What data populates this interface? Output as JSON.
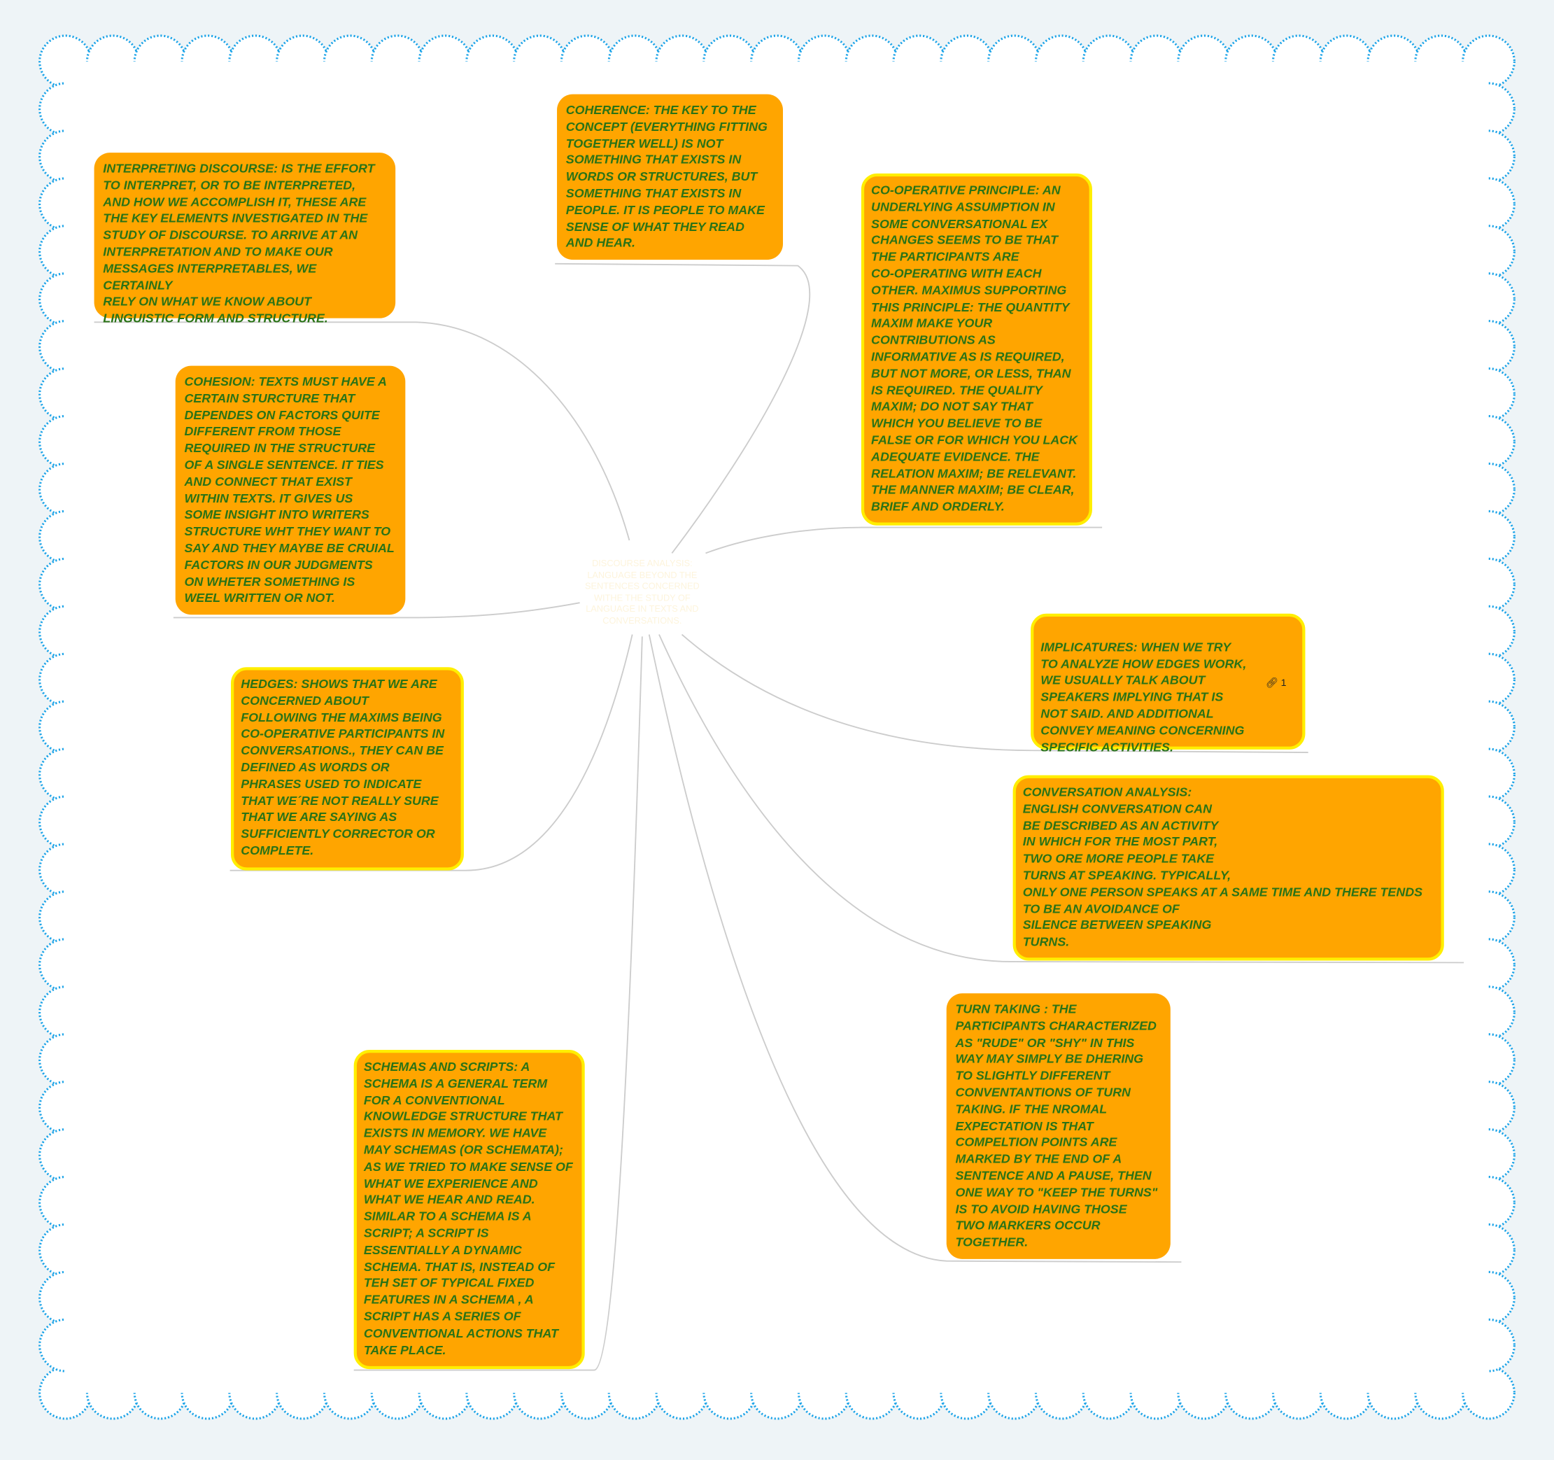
{
  "colors": {
    "background": "#eef4f7",
    "cloud_border": "#1aa3e8",
    "node_fill": "#ffa500",
    "node_text": "#2a7316",
    "highlight_border": "#ffee00",
    "connector": "#cccccc"
  },
  "center": {
    "text": "DISCOURSE ANALYSIS: LANGUAGE BEYOND THE SENTENCES CONCERNED WITHE THE STUDY OF LANGUAGE IN TEXTS AND CONVERSATIONS."
  },
  "nodes": {
    "coherence": "COHERENCE: THE KEY TO THE\nCONCEPT (EVERYTHING FITTING\nTOGETHER WELL) IS NOT\nSOMETHING THAT EXISTS IN\nWORDS OR STRUCTURES, BUT\nSOMETHING THAT EXISTS IN\nPEOPLE. IT IS PEOPLE TO MAKE\nSENSE OF WHAT THEY READ\nAND HEAR.",
    "interpreting": "INTERPRETING DISCOURSE:  IS THE EFFORT\nTO INTERPRET, OR TO BE INTERPRETED,\nAND HOW WE ACCOMPLISH IT, THESE ARE\nTHE KEY ELEMENTS INVESTIGATED IN THE\nSTUDY OF DISCOURSE. TO ARRIVE AT AN\nINTERPRETATION AND TO MAKE OUR\nMESSAGES INTERPRETABLES, WE CERTAINLY\nRELY ON WHAT WE KNOW ABOUT\nLINGUISTIC FORM AND STRUCTURE.",
    "cooperative": "CO-OPERATIVE PRINCIPLE: AN\nUNDERLYING ASSUMPTION IN\nSOME CONVERSATIONAL EX\nCHANGES SEEMS TO BE THAT\nTHE PARTICIPANTS ARE\nCO-OPERATING WITH EACH\nOTHER. MAXIMUS SUPPORTING\nTHIS PRINCIPLE: THE QUANTITY\nMAXIM MAKE YOUR\nCONTRIBUTIONS AS\nINFORMATIVE AS IS REQUIRED,\nBUT NOT MORE, OR LESS, THAN\nIS REQUIRED. THE QUALITY\nMAXIM; DO NOT SAY THAT\nWHICH YOU BELIEVE TO BE\nFALSE OR FOR WHICH YOU LACK\nADEQUATE EVIDENCE. THE\nRELATION MAXIM; BE RELEVANT.\nTHE MANNER MAXIM; BE CLEAR,\nBRIEF AND ORDERLY.",
    "cohesion": "COHESION: TEXTS MUST HAVE A\nCERTAIN STURCTURE THAT\nDEPENDES ON FACTORS QUITE\nDIFFERENT FROM THOSE\nREQUIRED IN THE STRUCTURE\nOF A SINGLE SENTENCE. IT TIES\nAND CONNECT THAT EXIST\nWITHIN TEXTS. IT GIVES US\nSOME INSIGHT INTO WRITERS\nSTRUCTURE WHT THEY WANT TO\nSAY AND THEY MAYBE BE CRUIAL\nFACTORS IN OUR JUDGMENTS\nON WHETER SOMETHING IS\nWEEL WRITTEN OR NOT.",
    "implicatures": "IMPLICATURES: WHEN WE TRY\nTO ANALYZE HOW EDGES WORK,\nWE USUALLY TALK ABOUT\nSPEAKERS IMPLYING THAT IS\nNOT SAID. AND ADDITIONAL\nCONVEY MEANING  CONCERNING\nSPECIFIC ACTIVITIES.",
    "implicatures_link_count": "1",
    "hedges": "HEDGES: SHOWS THAT WE ARE\nCONCERNED ABOUT\nFOLLOWING THE MAXIMS BEING\nCO-OPERATIVE PARTICIPANTS IN\nCONVERSATIONS., THEY CAN BE\nDEFINED AS WORDS OR\nPHRASES USED TO INDICATE\nTHAT WE´RE NOT REALLY SURE\nTHAT WE ARE SAYING AS\nSUFFICIENTLY CORRECTOR OR\nCOMPLETE.",
    "conversation": "CONVERSATION ANALYSIS:\nENGLISH CONVERSATION CAN\nBE DESCRIBED AS AN ACTIVITY\nIN WHICH FOR THE MOST PART,\nTWO ORE MORE PEOPLE TAKE\nTURNS AT SPEAKING. TYPICALLY,\nONLY ONE PERSON SPEAKS AT A  SAME TIME AND THERE TENDS\nTO BE AN AVOIDANCE OF\nSILENCE BETWEEN SPEAKING\nTURNS.",
    "turn_taking": "TURN TAKING : THE\nPARTICIPANTS CHARACTERIZED\nAS \"RUDE\" OR \"SHY\" IN THIS\nWAY MAY SIMPLY BE DHERING\nTO SLIGHTLY DIFFERENT\nCONVENTANTIONS OF TURN\nTAKING. IF THE NROMAL\nEXPECTATION IS THAT\nCOMPELTION POINTS ARE\nMARKED BY THE END OF A\nSENTENCE AND A PAUSE, THEN\nONE WAY TO \"KEEP THE TURNS\"\nIS TO AVOID HAVING THOSE\nTWO MARKERS OCCUR\nTOGETHER.",
    "schemas": "SCHEMAS AND SCRIPTS: A\nSCHEMA IS A GENERAL TERM\nFOR A CONVENTIONAL\nKNOWLEDGE STRUCTURE THAT\nEXISTS IN MEMORY. WE HAVE\nMAY SCHEMAS (OR SCHEMATA);\nAS WE TRIED TO MAKE SENSE OF\nWHAT WE EXPERIENCE AND\nWHAT WE HEAR AND READ.\nSIMILAR TO A SCHEMA IS A\nSCRIPT; A SCRIPT IS\nESSENTIALLY A DYNAMIC\nSCHEMA. THAT IS, INSTEAD OF\nTEH SET OF TYPICAL FIXED\nFEATURES IN A SCHEMA , A\nSCRIPT HAS A SERIES OF\nCONVENTIONAL ACTIONS THAT\nTAKE PLACE."
  }
}
